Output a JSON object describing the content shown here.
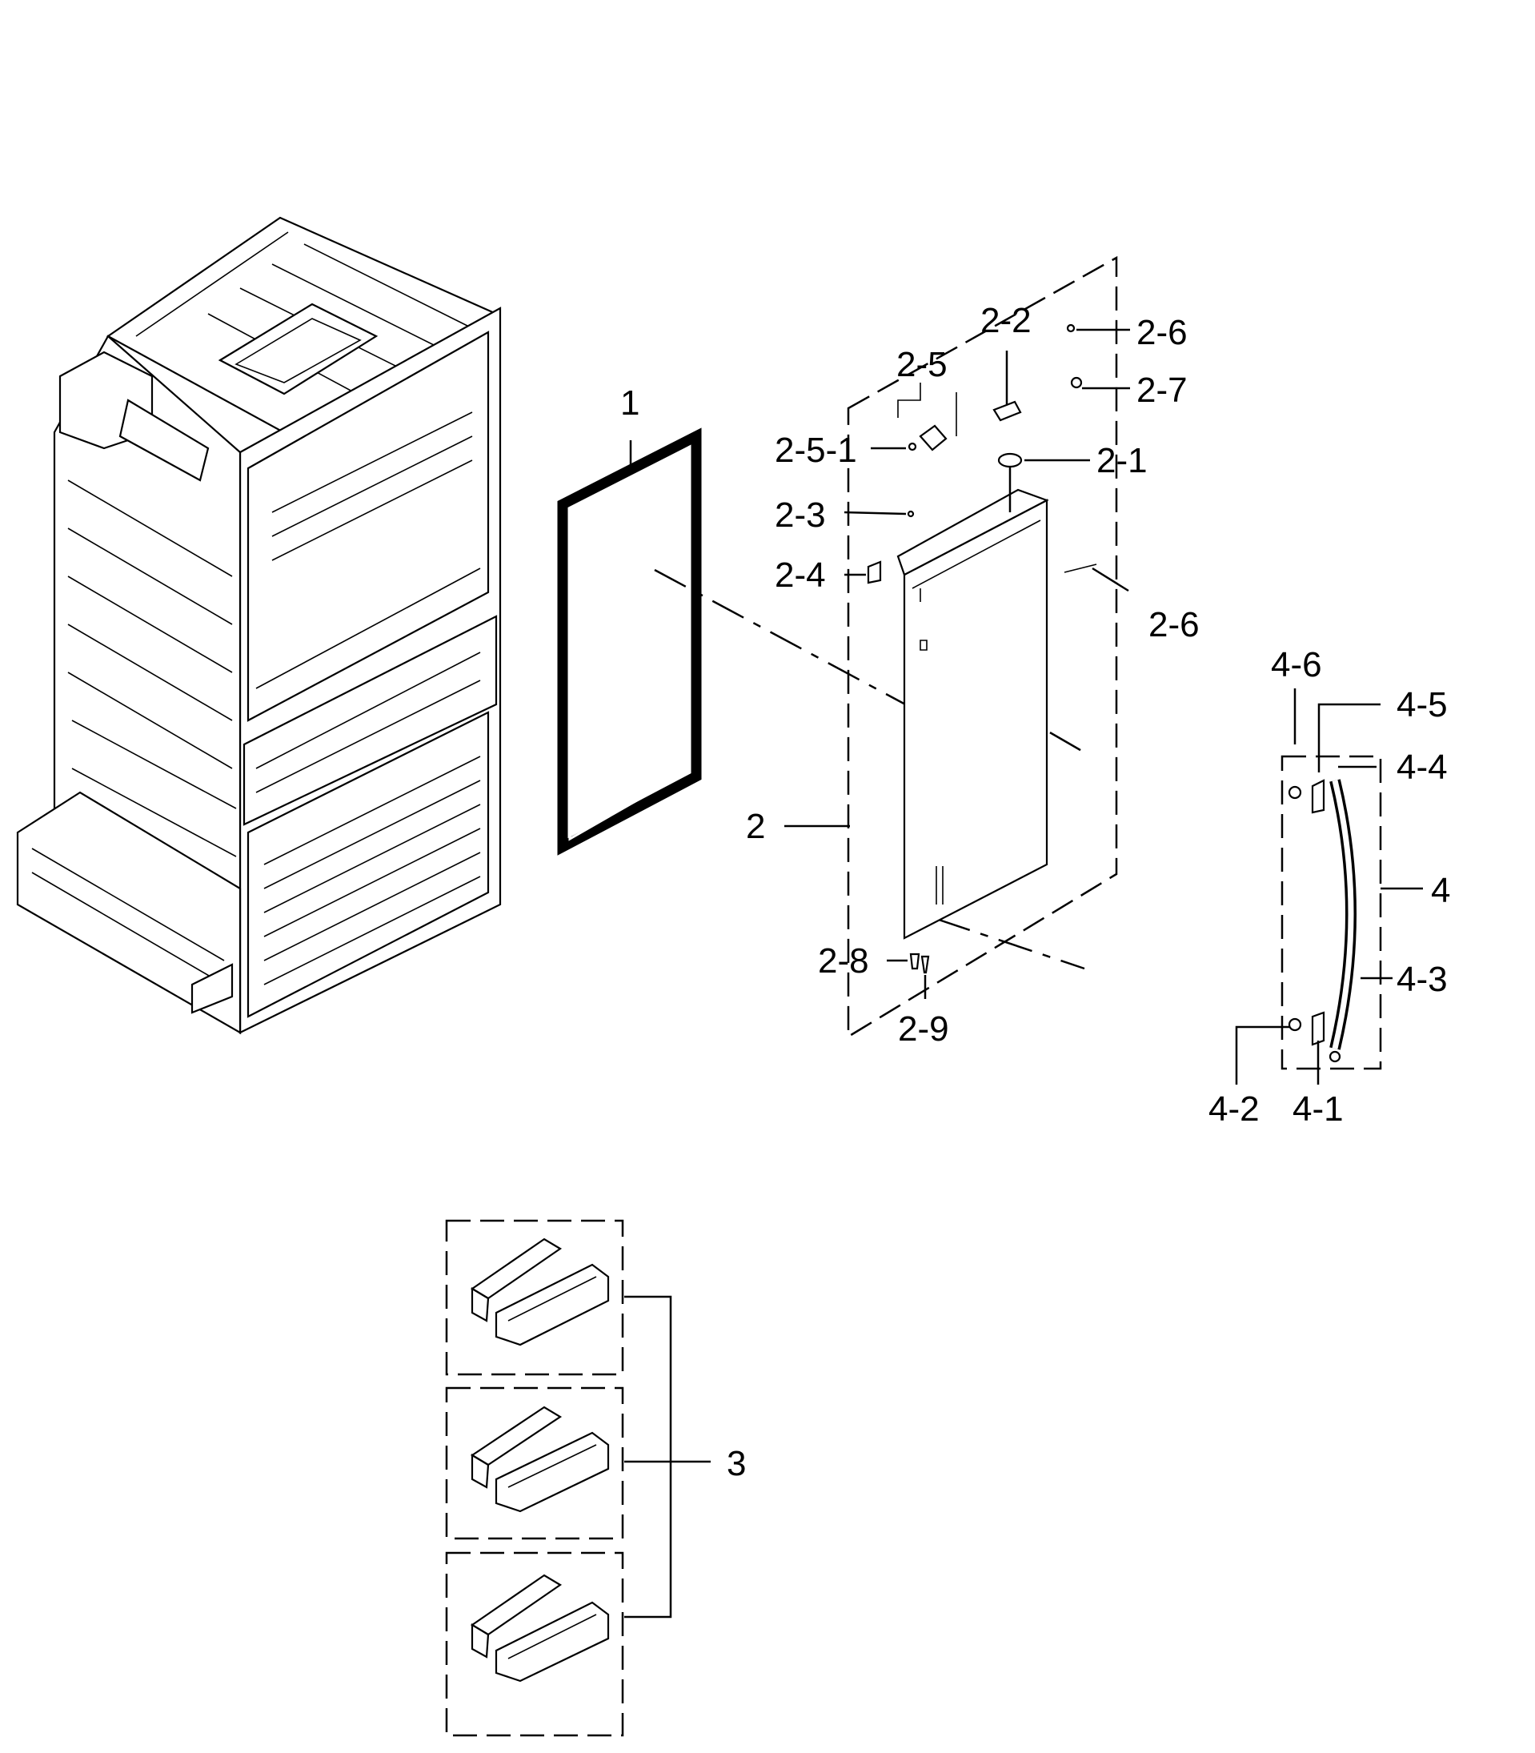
{
  "labels": {
    "gasket": "1",
    "door": "2",
    "hinge_cap": "2-1",
    "hinge_bracket": "2-2",
    "screw_2_3": "2-3",
    "stopper": "2-4",
    "cap_assy": "2-5",
    "cap_screw": "2-5-1",
    "screw_2_6_top": "2-6",
    "screw_2_7": "2-7",
    "screw_2_6_side": "2-6",
    "bolt_2_8": "2-8",
    "pin_2_9": "2-9",
    "door_guards": "3",
    "handle_assy": "4",
    "handle_4_1": "4-1",
    "handle_4_2": "4-2",
    "handle_4_3": "4-3",
    "handle_4_4": "4-4",
    "handle_4_5": "4-5",
    "handle_4_6": "4-6"
  }
}
